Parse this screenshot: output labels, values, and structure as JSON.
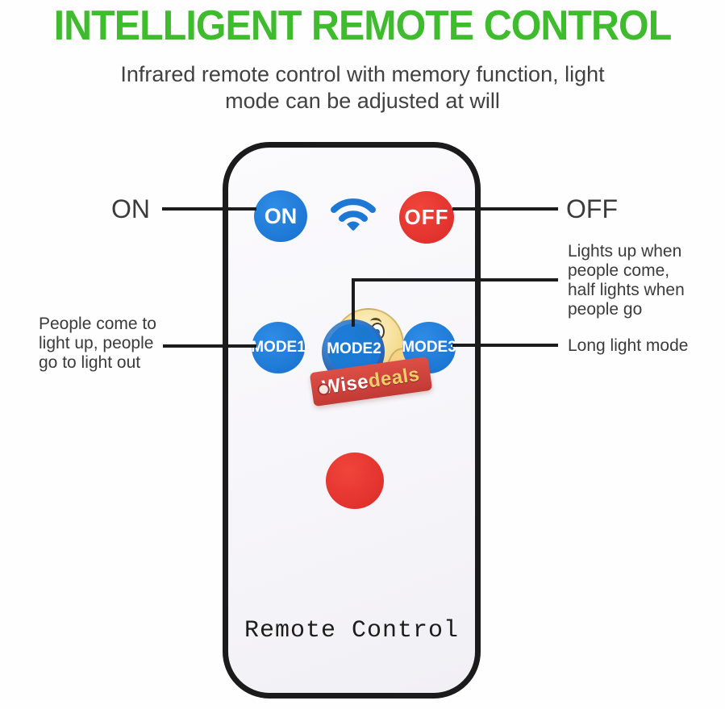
{
  "header": {
    "title": "INTELLIGENT REMOTE CONTROL",
    "subtitle": "Infrared remote control with memory function, light\nmode can be adjusted at will"
  },
  "remote": {
    "buttons": {
      "on": "ON",
      "off": "OFF",
      "mode1": "MODE1",
      "mode2": "MODE2",
      "mode3": "MODE3"
    },
    "label": "Remote Control"
  },
  "annotations": {
    "on": "ON",
    "off": "OFF",
    "lights_up": "Lights up when\npeople come,\nhalf lights when\npeople go",
    "long_light": "Long light mode",
    "people_come": "People come to\nlight up, people\ngo to light out"
  },
  "watermark": {
    "wise": "Wise",
    "deals": "deals"
  },
  "icons": {
    "wifi": "wifi-signal"
  },
  "colors": {
    "green": "#3fbc2d",
    "blue": "#1a78d6",
    "red": "#e7352f",
    "line": "#1c1c1c",
    "ink": "#3b3b3b"
  }
}
